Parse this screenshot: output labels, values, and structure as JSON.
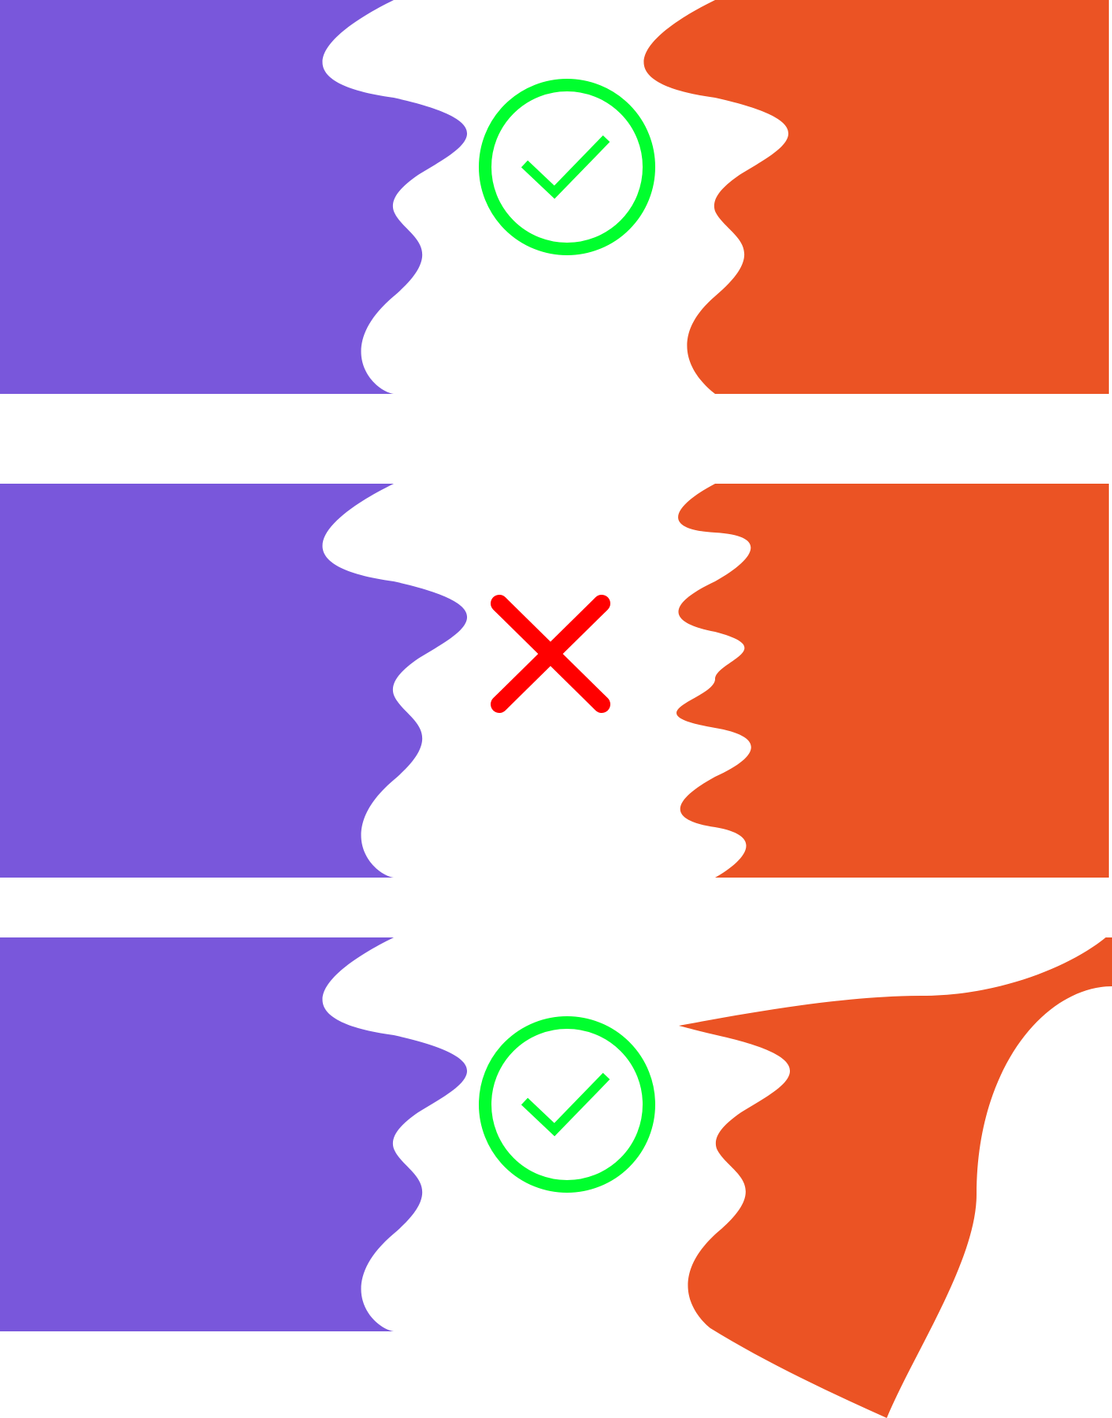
{
  "colors": {
    "background": "#ffffff",
    "left_shape": "#7957DB",
    "right_shape": "#EB5324",
    "check": "#00FF2E",
    "cross": "#FF0000"
  },
  "rows": [
    {
      "id": "row-1",
      "left_edge": "wavy-edge",
      "right_edge": "matching-wavy-edge",
      "verdict": "match",
      "icon": "check-circle-icon"
    },
    {
      "id": "row-2",
      "left_edge": "wavy-edge",
      "right_edge": "tighter-wavy-edge",
      "verdict": "mismatch",
      "icon": "cross-icon"
    },
    {
      "id": "row-3",
      "left_edge": "wavy-edge",
      "right_edge": "matching-wavy-edge-with-irregular-outline",
      "verdict": "match",
      "icon": "check-circle-icon"
    }
  ]
}
